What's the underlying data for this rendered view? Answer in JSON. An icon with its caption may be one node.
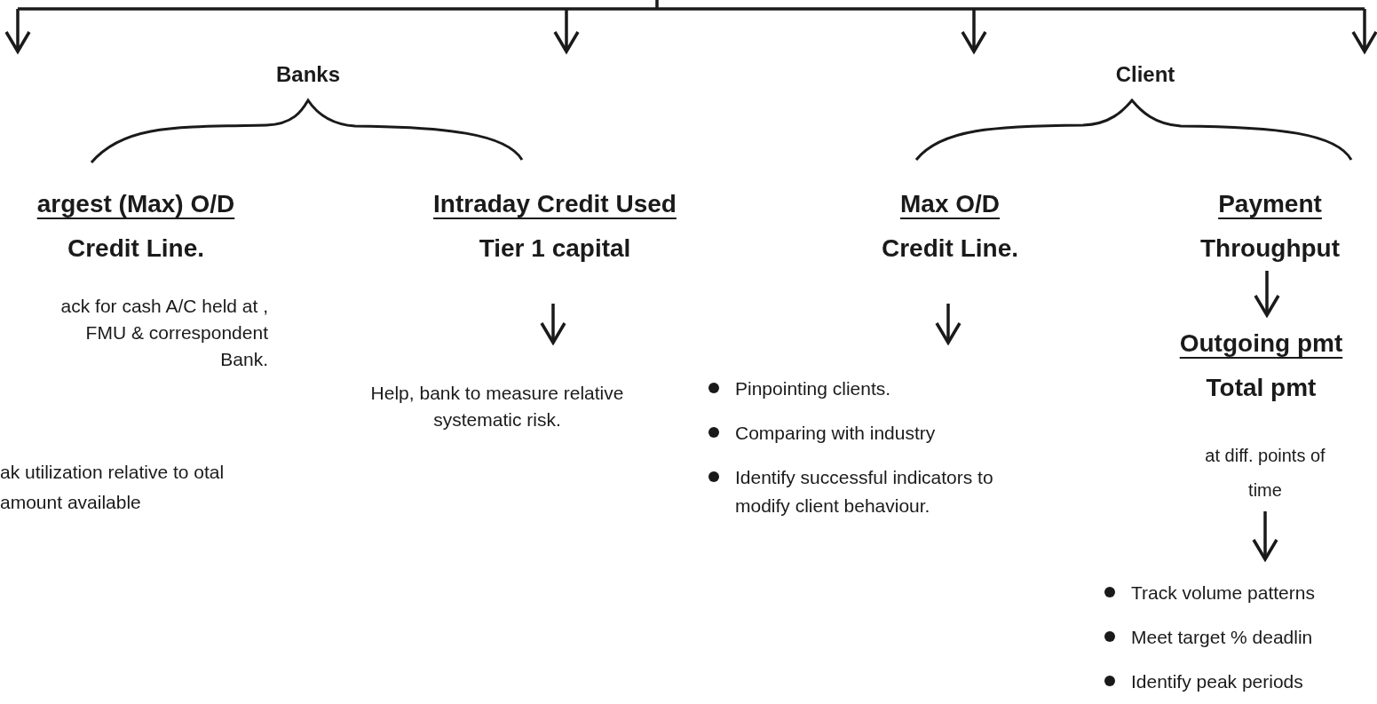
{
  "diagram": {
    "nodes": [
      {
        "text": [
          "argest (Max) O/D",
          "Credit Line."
        ]
      },
      {
        "text": [
          "Intraday Credit Used",
          "Tier 1 capital"
        ]
      },
      {
        "text": [
          "Help, bank to measure relative systematic risk."
        ]
      },
      {
        "text": [
          "Max O/D",
          "Credit Line."
        ]
      },
      {
        "text": [
          "Pinpointing clients.",
          "Comparing with industry",
          "Identify successful indicators to modify client behaviour."
        ]
      },
      {
        "text": [
          "Payment",
          "Throughput"
        ]
      },
      {
        "text": [
          "Outgoing pmt",
          "Total pmt"
        ]
      },
      {
        "text": [
          "at diff. points of time"
        ]
      },
      {
        "text": [
          "Track volume patterns",
          "Meet target % deadlin",
          "Identify peak periods"
        ]
      }
    ],
    "edges": [
      {
        "from": 1,
        "to": 2,
        "arrow": "to"
      },
      {
        "from": 3,
        "to": 4,
        "arrow": "to"
      },
      {
        "from": 5,
        "to": 6,
        "arrow": "to"
      },
      {
        "from": 7,
        "to": 8,
        "arrow": "to"
      }
    ],
    "labels": [
      "Banks",
      "Client",
      "ack for cash A/C held at , FMU & correspondent Bank.",
      "ak utilization relative to otal amount available"
    ]
  }
}
